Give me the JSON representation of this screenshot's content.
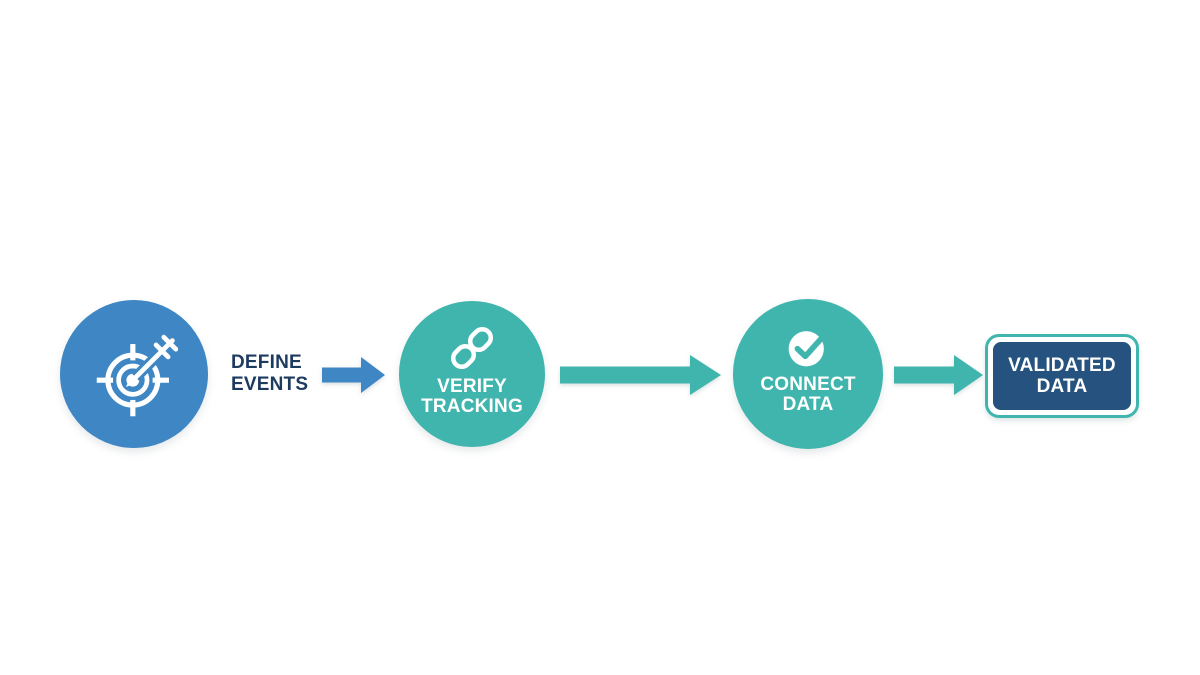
{
  "colors": {
    "background": "#ffffff",
    "blue": "#3e86c4",
    "teal": "#3fb5ae",
    "navy_text": "#1d3a5f",
    "navy_box": "#25527e",
    "icon_white": "#ffffff"
  },
  "steps": {
    "define_events": {
      "line1": "DEFINE",
      "line2": "EVENTS",
      "icon": "target-icon"
    },
    "verify_tracking": {
      "line1": "VERIFY",
      "line2": "TRACKING",
      "icon": "chain-link-icon"
    },
    "connect_data": {
      "line1": "CONNECT",
      "line2": "DATA",
      "icon": "check-circle-icon"
    },
    "validated_data": {
      "line1": "VALIDATED",
      "line2": "DATA"
    }
  },
  "arrows": {
    "define_to_verify": {
      "color": "#3e86c4"
    },
    "verify_to_connect": {
      "color": "#3fb5ae"
    },
    "connect_to_validated": {
      "color": "#3fb5ae"
    }
  }
}
